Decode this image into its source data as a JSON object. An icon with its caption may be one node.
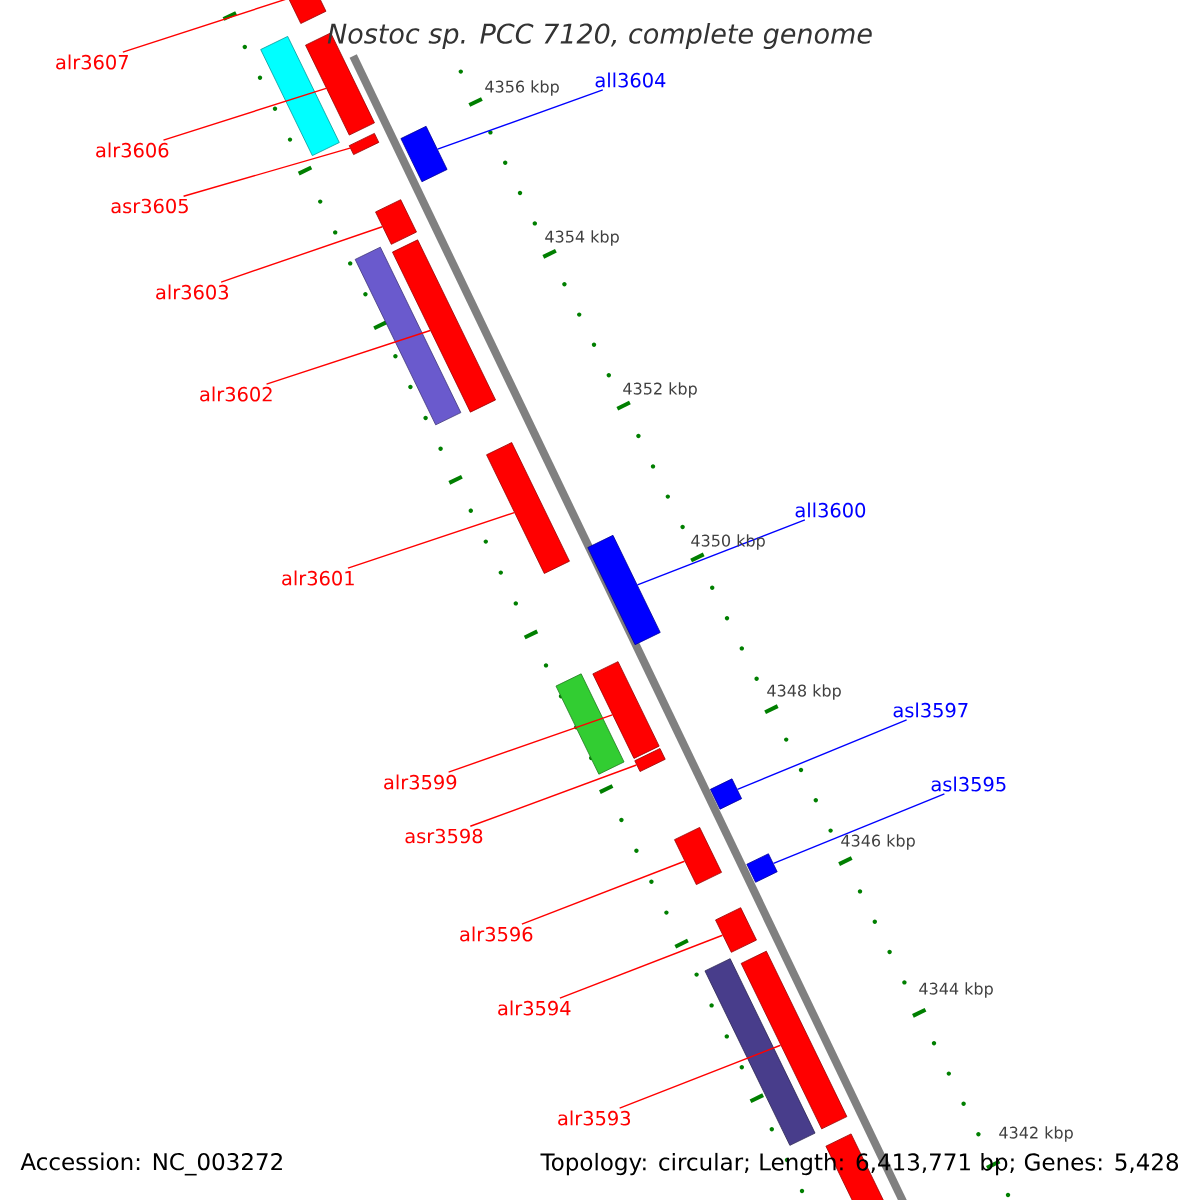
{
  "diagram": {
    "title": "Nostoc sp. PCC 7120, complete genome",
    "nodes": [
      {
        "text": [
          "alr3607"
        ]
      },
      {
        "text": [
          "all3604"
        ]
      },
      {
        "text": [
          "alr3606"
        ]
      },
      {
        "text": [
          "asr3605"
        ]
      },
      {
        "text": [
          "alr3603"
        ]
      },
      {
        "text": [
          "alr3602"
        ]
      },
      {
        "text": [
          "all3600"
        ]
      },
      {
        "text": [
          "alr3601"
        ]
      },
      {
        "text": [
          "asl3597"
        ]
      },
      {
        "text": [
          "alr3599"
        ]
      },
      {
        "text": [
          "asl3595"
        ]
      },
      {
        "text": [
          "asr3598"
        ]
      },
      {
        "text": [
          "alr3596"
        ]
      },
      {
        "text": [
          "alr3594"
        ]
      },
      {
        "text": [
          "alr3593"
        ]
      },
      {
        "text": [],
        "shape": "bar"
      },
      {
        "text": [],
        "shape": "bar"
      },
      {
        "text": [],
        "shape": "bar"
      },
      {
        "text": [],
        "shape": "bar"
      },
      {
        "text": [],
        "shape": "bar"
      },
      {
        "text": [],
        "shape": "bar"
      },
      {
        "text": [],
        "shape": "bar"
      },
      {
        "text": [],
        "shape": "bar"
      },
      {
        "text": [],
        "shape": "bar"
      },
      {
        "text": [],
        "shape": "bar"
      },
      {
        "text": [],
        "shape": "bar"
      },
      {
        "text": [],
        "shape": "bar"
      },
      {
        "text": [],
        "shape": "bar"
      },
      {
        "text": [],
        "shape": "bar"
      },
      {
        "text": [],
        "shape": "bar"
      },
      {
        "text": [],
        "shape": "bar"
      },
      {
        "text": [],
        "shape": "bar"
      },
      {
        "text": [],
        "shape": "bar"
      },
      {
        "text": [],
        "shape": "bar"
      },
      {
        "text": [],
        "shape": "bar"
      }
    ],
    "edges": [
      {
        "from": 0,
        "to": 15,
        "arrow": "none"
      },
      {
        "from": 1,
        "to": 18,
        "arrow": "none",
        "color": "#0000ff"
      },
      {
        "from": 2,
        "to": 16,
        "arrow": "none"
      },
      {
        "from": 3,
        "to": 17,
        "arrow": "none"
      },
      {
        "from": 4,
        "to": 19,
        "arrow": "none"
      },
      {
        "from": 5,
        "to": 20,
        "arrow": "none"
      },
      {
        "from": 6,
        "to": 22,
        "arrow": "none",
        "color": "#0000ff"
      },
      {
        "from": 7,
        "to": 21,
        "arrow": "none"
      },
      {
        "from": 8,
        "to": 25,
        "arrow": "none",
        "color": "#0000ff"
      },
      {
        "from": 9,
        "to": 23,
        "arrow": "none"
      },
      {
        "from": 10,
        "to": 27,
        "arrow": "none",
        "color": "#0000ff"
      },
      {
        "from": 11,
        "to": 24,
        "arrow": "none"
      },
      {
        "from": 12,
        "to": 26,
        "arrow": "none"
      },
      {
        "from": 13,
        "to": 28,
        "arrow": "none"
      },
      {
        "from": 14,
        "to": 29,
        "arrow": "none"
      }
    ],
    "labels": [
      "4356 kbp",
      "4354 kbp",
      "4352 kbp",
      "4350 kbp",
      "4348 kbp",
      "4346 kbp",
      "4344 kbp",
      "4342 kbp",
      "Accession: NC_003272",
      "Topology: circular; Length: 6,413,771 bp; Genes: 5,428"
    ]
  }
}
